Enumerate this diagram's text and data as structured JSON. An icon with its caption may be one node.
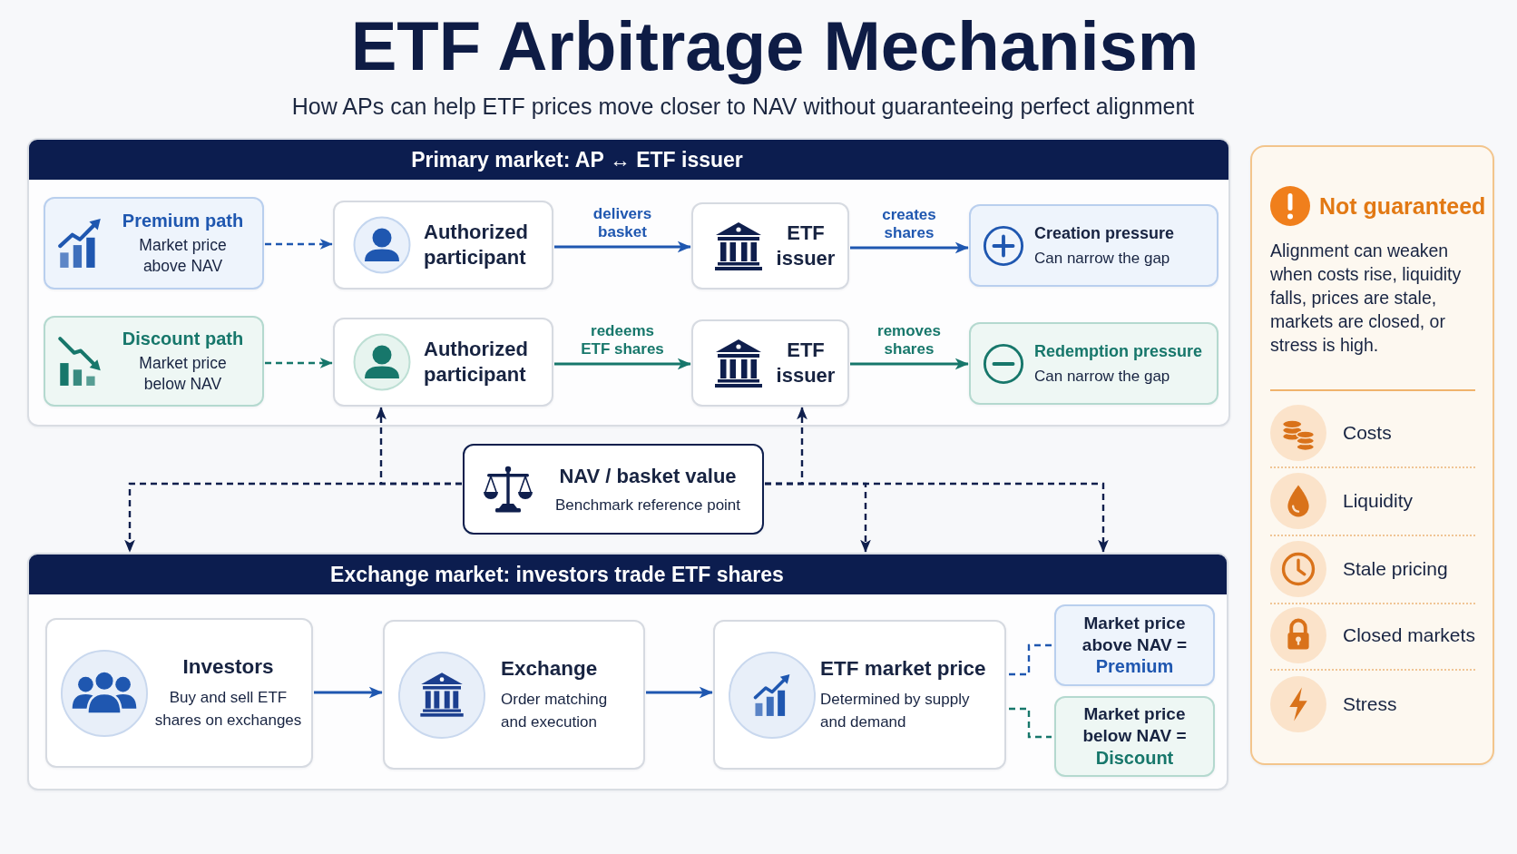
{
  "diagram": {
    "title": "ETF Arbitrage Mechanism",
    "caption": "How APs can help ETF prices move closer to NAV without guaranteeing perfect alignment",
    "nodes": [
      {
        "text": [
          "Primary market: AP ↔ ETF issuer"
        ]
      },
      {
        "text": [
          "Premium path",
          "Market price above NAV"
        ],
        "in": 0
      },
      {
        "text": [
          "Authorized participant"
        ],
        "in": 0
      },
      {
        "text": [
          "ETF issuer"
        ],
        "in": 0
      },
      {
        "text": [
          "Creation pressure",
          "Can narrow the gap"
        ],
        "in": 0
      },
      {
        "text": [
          "Discount path",
          "Market price below NAV"
        ],
        "in": 0
      },
      {
        "text": [
          "Authorized participant"
        ],
        "in": 0
      },
      {
        "text": [
          "ETF issuer"
        ],
        "in": 0
      },
      {
        "text": [
          "Redemption pressure",
          "Can narrow the gap"
        ],
        "in": 0
      },
      {
        "text": [
          "NAV / basket value",
          "Benchmark reference point"
        ]
      },
      {
        "text": [
          "Exchange market: investors trade ETF shares"
        ]
      },
      {
        "text": [
          "Investors",
          "Buy and sell ETF shares on exchanges"
        ],
        "in": 10
      },
      {
        "text": [
          "Exchange",
          "Order matching and execution"
        ],
        "in": 10
      },
      {
        "text": [
          "ETF market price",
          "Determined by supply and demand"
        ],
        "in": 10
      },
      {
        "text": [
          "Market price above NAV =",
          "Premium"
        ],
        "in": 10
      },
      {
        "text": [
          "Market price below NAV =",
          "Discount"
        ],
        "in": 10
      },
      {
        "text": [
          "Not guaranteed",
          "Alignment can weaken when costs rise, liquidity falls, prices are stale, markets are closed, or stress is high."
        ]
      }
    ],
    "edges": [
      {
        "from": 1,
        "to": 2,
        "arrow": "to",
        "style": "dashed"
      },
      {
        "from": 2,
        "to": 3,
        "arrow": "to",
        "label": "delivers basket"
      },
      {
        "from": 3,
        "to": 4,
        "arrow": "to",
        "label": "creates shares"
      },
      {
        "from": 5,
        "to": 6,
        "arrow": "to",
        "style": "dashed",
        "color": "#17776b"
      },
      {
        "from": 6,
        "to": 7,
        "arrow": "to",
        "label": "redeems ETF shares",
        "color": "#17776b"
      },
      {
        "from": 7,
        "to": 8,
        "arrow": "to",
        "label": "removes shares",
        "color": "#17776b"
      },
      {
        "from": 9,
        "to": 6,
        "arrow": "to",
        "style": "dashed",
        "color": "#0f1f4d"
      },
      {
        "from": 9,
        "to": 7,
        "arrow": "to",
        "style": "dashed",
        "color": "#0f1f4d"
      },
      {
        "from": 9,
        "to": 10,
        "arrow": "to",
        "style": "dashed",
        "color": "#0f1f4d"
      },
      {
        "from": 9,
        "to": 10,
        "arrow": "to",
        "style": "dashed",
        "color": "#0f1f4d"
      },
      {
        "from": 9,
        "to": 10,
        "arrow": "to",
        "style": "dashed",
        "color": "#0f1f4d"
      },
      {
        "from": 11,
        "to": 12,
        "arrow": "to"
      },
      {
        "from": 12,
        "to": 13,
        "arrow": "to"
      },
      {
        "from": 13,
        "to": 14,
        "arrow": "none",
        "style": "dashed"
      },
      {
        "from": 13,
        "to": 15,
        "arrow": "none",
        "style": "dashed",
        "color": "#17776b"
      }
    ],
    "labels": [
      "Costs",
      "Liquidity",
      "Stale pricing",
      "Closed markets",
      "Stress"
    ]
  }
}
